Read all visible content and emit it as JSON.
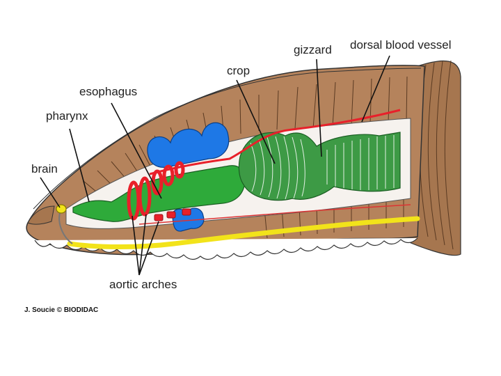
{
  "labels": {
    "gizzard": "gizzard",
    "dorsal_blood_vessel": "dorsal blood vessel",
    "crop": "crop",
    "esophagus": "esophagus",
    "pharynx": "pharynx",
    "brain": "brain",
    "aortic_arches": "aortic arches"
  },
  "credit": "J. Soucie © BIODIDAC",
  "colors": {
    "body_wall": "#b5835c",
    "body_dark": "#8a5a38",
    "segment_lines": "#5a3a22",
    "digestive_green": "#2eaa3a",
    "crop_gizzard_green": "#3d9a45",
    "blood_vessel_red": "#e8202a",
    "seminal_vesicles_blue": "#1e78e6",
    "nerve_cord_yellow": "#f2e31a",
    "leader_line": "#111111"
  }
}
